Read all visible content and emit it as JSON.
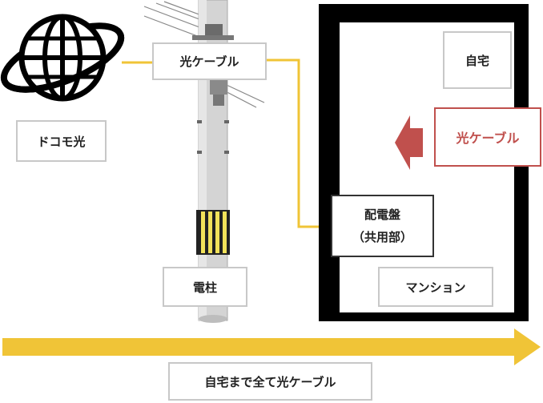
{
  "labels": {
    "docomo": "ドコモ光",
    "pole": "電柱",
    "cable_top": "光ケーブル",
    "distribution_line1": "配電盤",
    "distribution_line2": "（共用部）",
    "home": "自宅",
    "mansion": "マンション",
    "cable_highlight": "光ケーブル",
    "bottom": "自宅まで全て光ケーブル"
  },
  "colors": {
    "cable": "#f0c437",
    "building": "#000000",
    "highlight": "#c0504d",
    "border": "#c8c8c8"
  },
  "icons": {
    "globe": "globe-icon",
    "arrow_left": "arrow-left-icon",
    "arrow_right": "arrow-right-icon"
  }
}
